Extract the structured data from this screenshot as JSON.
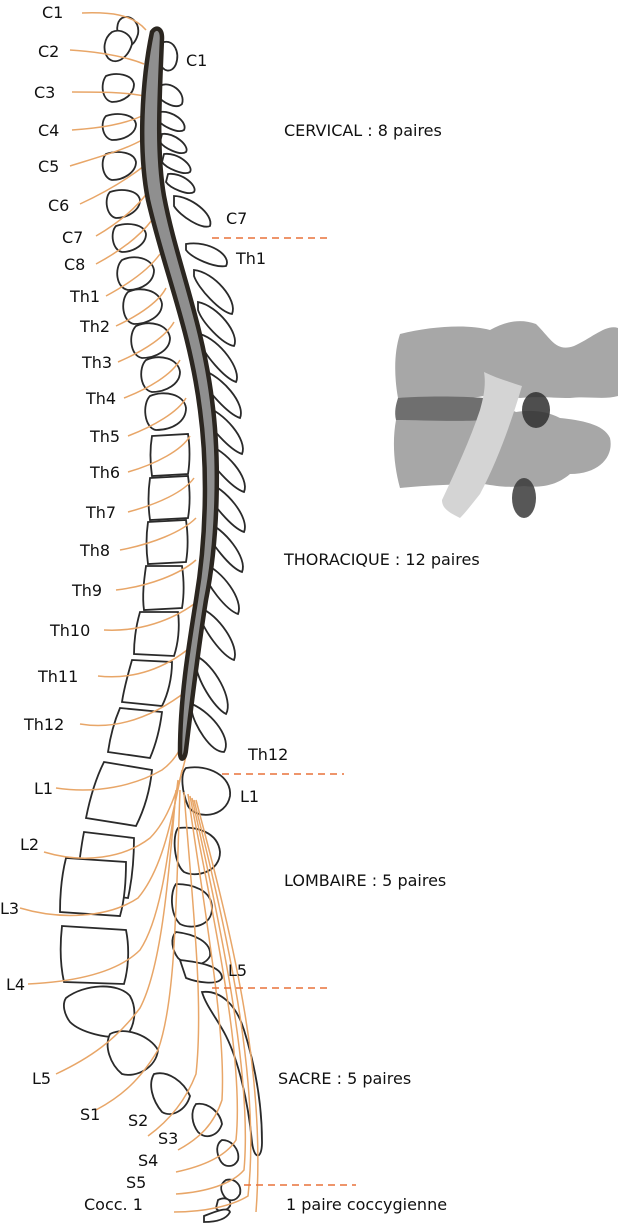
{
  "colors": {
    "nerve": "#e8a668",
    "boundary": "#e8723a",
    "cord_fill": "#8f8f8f",
    "cord_outline": "#2b2620",
    "vertebra_stroke": "#2a2a2a",
    "inset_gray": "#a7a7a7"
  },
  "nerve_labels": [
    {
      "id": "c1",
      "text": "C1"
    },
    {
      "id": "c2",
      "text": "C2"
    },
    {
      "id": "c3",
      "text": "C3"
    },
    {
      "id": "c4",
      "text": "C4"
    },
    {
      "id": "c5",
      "text": "C5"
    },
    {
      "id": "c6",
      "text": "C6"
    },
    {
      "id": "c7",
      "text": "C7"
    },
    {
      "id": "c8",
      "text": "C8"
    },
    {
      "id": "th1",
      "text": "Th1"
    },
    {
      "id": "th2",
      "text": "Th2"
    },
    {
      "id": "th3",
      "text": "Th3"
    },
    {
      "id": "th4",
      "text": "Th4"
    },
    {
      "id": "th5",
      "text": "Th5"
    },
    {
      "id": "th6",
      "text": "Th6"
    },
    {
      "id": "th7",
      "text": "Th7"
    },
    {
      "id": "th8",
      "text": "Th8"
    },
    {
      "id": "th9",
      "text": "Th9"
    },
    {
      "id": "th10",
      "text": "Th10"
    },
    {
      "id": "th11",
      "text": "Th11"
    },
    {
      "id": "th12",
      "text": "Th12"
    },
    {
      "id": "l1",
      "text": "L1"
    },
    {
      "id": "l2",
      "text": "L2"
    },
    {
      "id": "l3",
      "text": "L3"
    },
    {
      "id": "l4",
      "text": "L4"
    },
    {
      "id": "l5",
      "text": "L5"
    },
    {
      "id": "s1",
      "text": "S1"
    },
    {
      "id": "s2",
      "text": "S2"
    },
    {
      "id": "s3",
      "text": "S3"
    },
    {
      "id": "s4",
      "text": "S4"
    },
    {
      "id": "s5",
      "text": "S5"
    },
    {
      "id": "cocc1",
      "text": "Cocc. 1"
    }
  ],
  "vertebra_labels": {
    "c1": "C1",
    "c7": "C7",
    "th1": "Th1",
    "th12": "Th12",
    "l1": "L1",
    "l5": "L5"
  },
  "sections": {
    "cervical": "CERVICAL : 8 paires",
    "thoracique": "THORACIQUE : 12 paires",
    "lombaire": "LOMBAIRE : 5 paires",
    "sacre": "SACRE : 5 paires",
    "coccygienne": "1 paire coccygienne"
  }
}
